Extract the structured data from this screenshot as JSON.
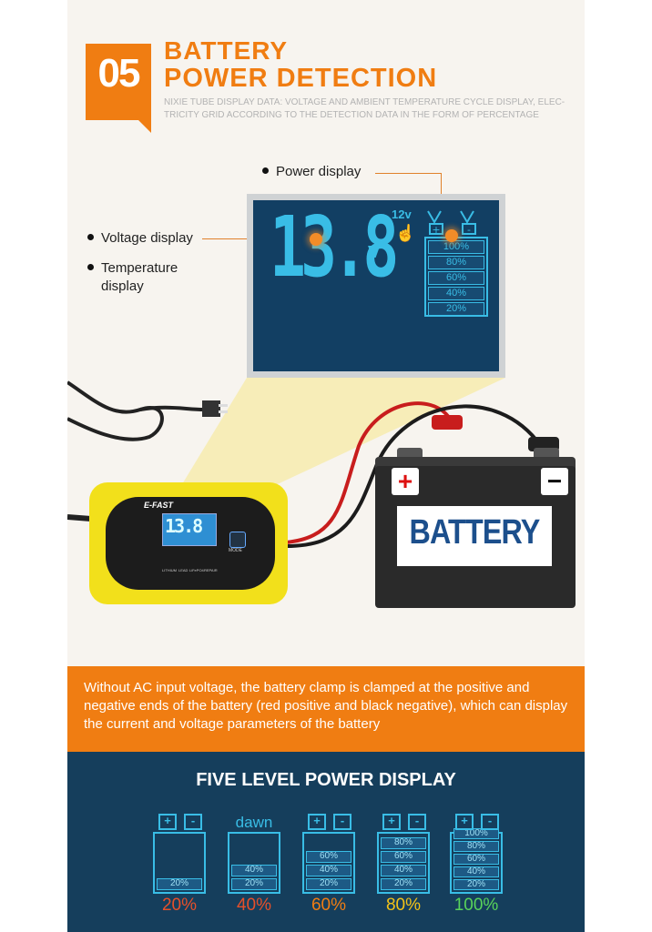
{
  "header": {
    "number": "05",
    "title_line1": "BATTERY",
    "title_line2": "POWER DETECTION",
    "subtitle": "NIXIE TUBE DISPLAY DATA: VOLTAGE AND AMBIENT TEMPERATURE CYCLE DISPLAY, ELEC- TRICITY GRID ACCORDING TO THE DETECTION DATA IN THE FORM OF PERCENTAGE"
  },
  "callouts": {
    "power": "Power display",
    "voltage": "Voltage display",
    "temperature_line1": "Temperature",
    "temperature_line2": "display"
  },
  "lcd": {
    "reading": "13.8",
    "unit": "v",
    "voltage_mode": "12v",
    "levels": [
      "100%",
      "80%",
      "60%",
      "40%",
      "20%"
    ]
  },
  "battery": {
    "plus": "+",
    "minus": "−",
    "label": "BATTERY"
  },
  "charger": {
    "brand": "E-FAST",
    "reading": "13.8",
    "mode": "MODE",
    "modes": [
      "LITHIUM",
      "LEAD",
      "LiFePO4",
      "REPAIR"
    ]
  },
  "description": "Without AC input voltage, the battery clamp is clamped at the positive and negative ends of the battery (red positive and black negative), which can display the current and voltage parameters of the battery",
  "levels_section": {
    "title": "FIVE LEVEL POWER DISPLAY",
    "dawn_label": "dawn",
    "items": [
      {
        "cells": [
          "20%"
        ],
        "percent": "20%",
        "color": "#e6502a"
      },
      {
        "cells": [
          "40%",
          "20%"
        ],
        "percent": "40%",
        "color": "#e6502a"
      },
      {
        "cells": [
          "60%",
          "40%",
          "20%"
        ],
        "percent": "60%",
        "color": "#f07d12"
      },
      {
        "cells": [
          "80%",
          "60%",
          "40%",
          "20%"
        ],
        "percent": "80%",
        "color": "#f2c218"
      },
      {
        "cells": [
          "100%",
          "80%",
          "60%",
          "40%",
          "20%"
        ],
        "percent": "100%",
        "color": "#58d35a"
      }
    ]
  },
  "colors": {
    "accent": "#f07d12",
    "navy": "#153e5c",
    "lcd_blue": "#39bde6"
  }
}
